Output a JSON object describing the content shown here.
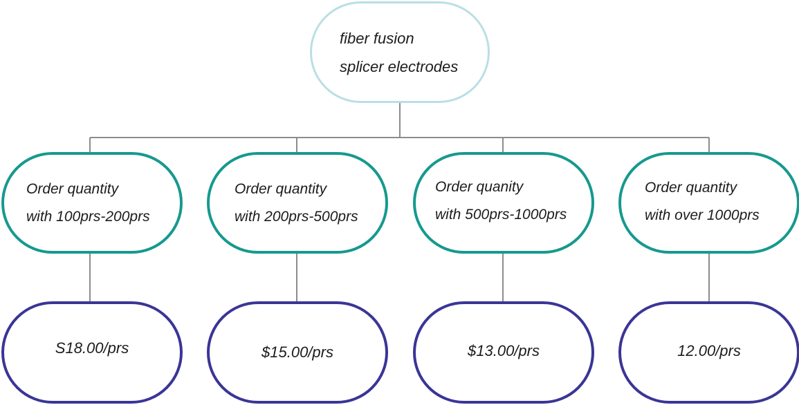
{
  "root": {
    "lines": [
      "fiber fusion",
      "splicer electrodes"
    ]
  },
  "tiers": [
    {
      "quantity_lines": [
        "Order quantity",
        "with 100prs-200prs"
      ],
      "price": "S18.00/prs"
    },
    {
      "quantity_lines": [
        "Order quantity",
        "with 200prs-500prs"
      ],
      "price": "$15.00/prs"
    },
    {
      "quantity_lines": [
        "Order quanity",
        "with 500prs-1000prs"
      ],
      "price": "$13.00/prs"
    },
    {
      "quantity_lines": [
        "Order quantity",
        "with over 1000prs"
      ],
      "price": "12.00/prs"
    }
  ],
  "colors": {
    "root_border": "#b9dfe4",
    "quantity_border": "#16998f",
    "price_border": "#3a3596",
    "connector": "#8c8c8c",
    "text": "#1c1c1c"
  }
}
